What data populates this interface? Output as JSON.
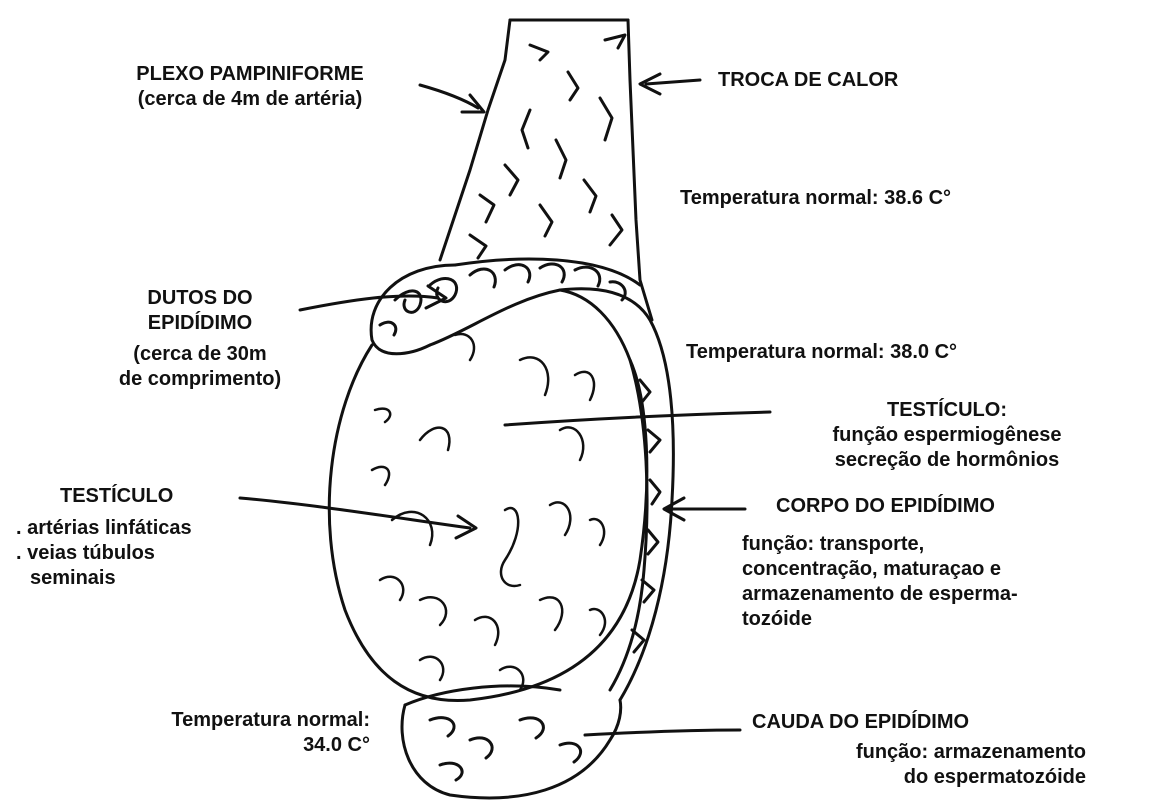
{
  "labels": {
    "plexo": {
      "title": "PLEXO PAMPINIFORME",
      "sub": "(cerca de 4m de artéria)"
    },
    "troca": {
      "title": "TROCA DE CALOR"
    },
    "temp_upper": {
      "text": "Temperatura normal: 38.6 C°"
    },
    "dutos": {
      "title_1": "DUTOS DO",
      "title_2": "EPIDÍDIMO",
      "sub_1": "(cerca de 30m",
      "sub_2": "de comprimento)"
    },
    "temp_middle": {
      "text": "Temperatura normal: 38.0 C°"
    },
    "testiculo_func": {
      "title": "TESTÍCULO:",
      "line_1": "função espermiogênese",
      "line_2": "secreção de hormônios"
    },
    "testiculo_parts": {
      "title": "TESTÍCULO",
      "line_1": ". artérias linfáticas",
      "line_2": ". veias túbulos",
      "line_3": "seminais"
    },
    "corpo": {
      "title": "CORPO DO EPIDÍDIMO",
      "line_1": "função: transporte,",
      "line_2": "concentração, maturaçao e",
      "line_3": "armazenamento de esperma-",
      "line_4": "tozóide"
    },
    "temp_lower": {
      "line_1": "Temperatura normal:",
      "line_2": "34.0 C°"
    },
    "cauda": {
      "title": "CAUDA DO EPIDÍDIMO",
      "line_1": "função: armazenamento",
      "line_2": "do espermatozóide"
    }
  },
  "colors": {
    "ink": "#111111",
    "background": "#ffffff"
  }
}
